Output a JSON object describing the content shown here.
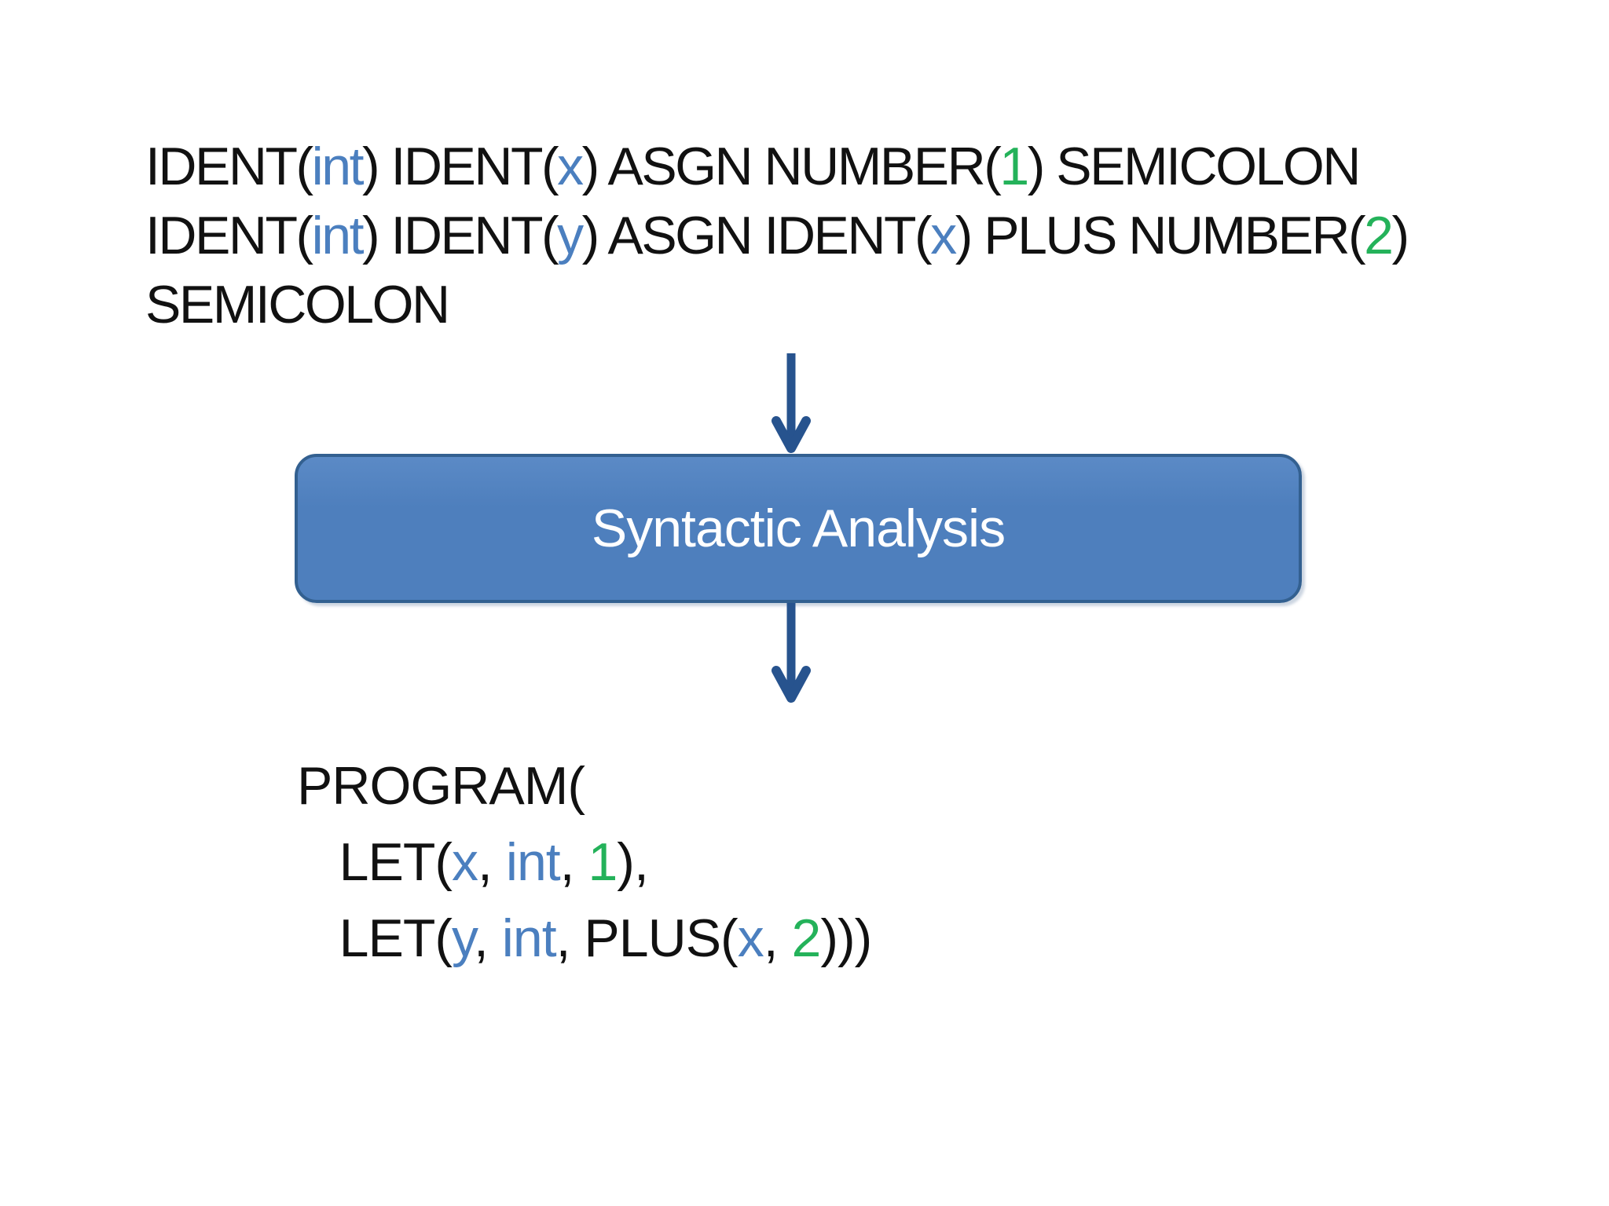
{
  "colors": {
    "background": "#ffffff",
    "text": "#111111",
    "blue": "#4b7fbf",
    "green": "#24b25a",
    "arrow": "#27538e",
    "box_fill": "#4e7fbd",
    "box_fill_light": "#5b8ac6",
    "box_border": "#336090",
    "box_text": "#ffffff"
  },
  "token_stream": {
    "lines": [
      [
        {
          "t": "IDENT("
        },
        {
          "t": "int",
          "c": "blue"
        },
        {
          "t": ") IDENT("
        },
        {
          "t": "x",
          "c": "blue"
        },
        {
          "t": ") ASGN NUMBER("
        },
        {
          "t": "1",
          "c": "green"
        },
        {
          "t": ") SEMICOLON"
        }
      ],
      [
        {
          "t": "IDENT("
        },
        {
          "t": "int",
          "c": "blue"
        },
        {
          "t": ") IDENT("
        },
        {
          "t": "y",
          "c": "blue"
        },
        {
          "t": ") ASGN IDENT("
        },
        {
          "t": "x",
          "c": "blue"
        },
        {
          "t": ") PLUS NUMBER("
        },
        {
          "t": "2",
          "c": "green"
        },
        {
          "t": ")"
        }
      ],
      [
        {
          "t": "SEMICOLON"
        }
      ]
    ]
  },
  "process_box": {
    "label": "Syntactic Analysis"
  },
  "ast_output": {
    "lines": [
      [
        {
          "t": "PROGRAM("
        }
      ],
      [
        {
          "t": "   LET("
        },
        {
          "t": "x",
          "c": "blue"
        },
        {
          "t": ", "
        },
        {
          "t": "int",
          "c": "blue"
        },
        {
          "t": ", "
        },
        {
          "t": "1",
          "c": "green"
        },
        {
          "t": "),"
        }
      ],
      [
        {
          "t": "   LET("
        },
        {
          "t": "y",
          "c": "blue"
        },
        {
          "t": ", "
        },
        {
          "t": "int",
          "c": "blue"
        },
        {
          "t": ", PLUS("
        },
        {
          "t": "x",
          "c": "blue"
        },
        {
          "t": ", "
        },
        {
          "t": "2",
          "c": "green"
        },
        {
          "t": ")))"
        }
      ]
    ]
  }
}
